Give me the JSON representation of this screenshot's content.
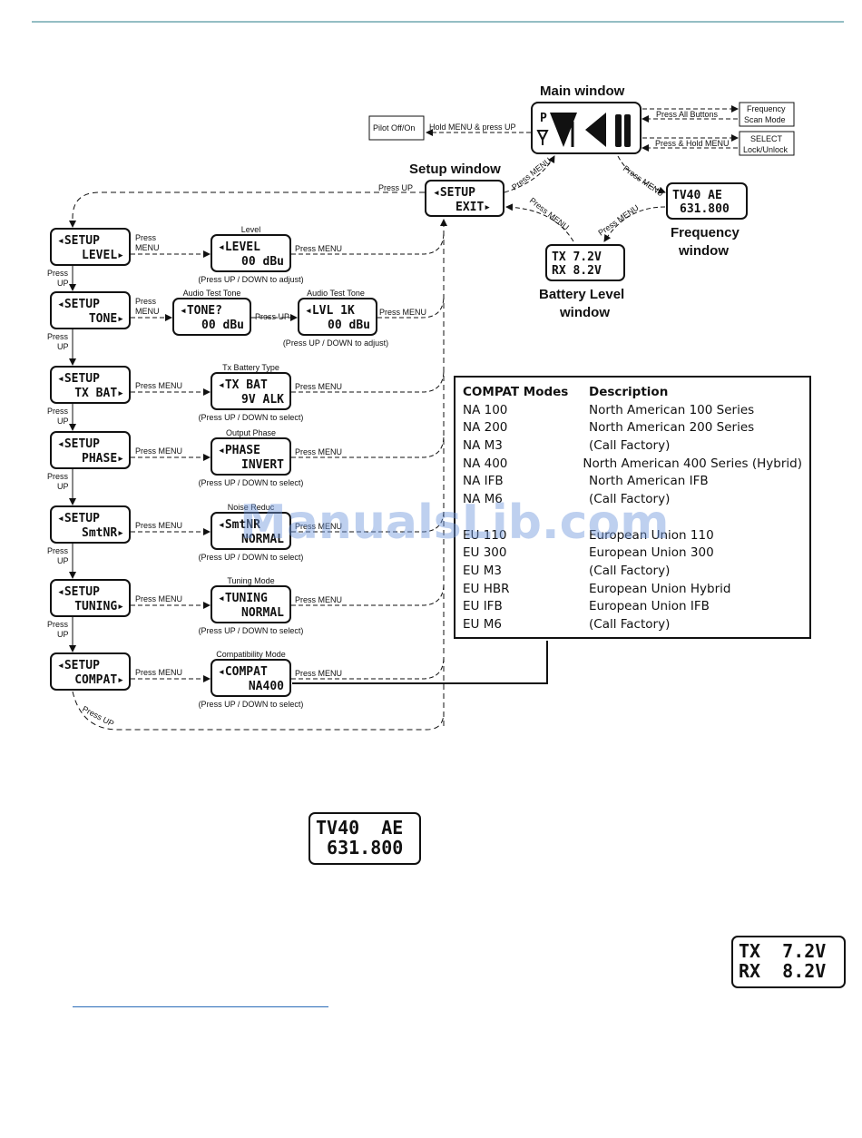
{
  "titles": {
    "main": "Main window",
    "setup": "Setup window",
    "frequency": [
      "Frequency",
      "window"
    ],
    "battery": [
      "Battery Level",
      "window"
    ]
  },
  "main_window_side": {
    "pilot": "Pilot  Off/On",
    "hold_menu_up": "Hold MENU & press UP",
    "press_all": "Press All Buttons",
    "freq_scan": [
      "Frequency",
      "Scan Mode"
    ],
    "press_hold_menu": "Press & Hold MENU",
    "select_lock": [
      "SELECT",
      "Lock/Unlock"
    ],
    "press_menu_a": "Press MENU",
    "press_menu_b": "Press MENU",
    "press_menu_c": "Press MENU",
    "press_menu_d": "Press MENU",
    "press_up": "Press UP"
  },
  "setup_exit": [
    "◂SETUP",
    "EXIT▸"
  ],
  "freq_lcd": [
    "TV40  AE",
    "631.800"
  ],
  "batt_lcd": [
    "TX  7.2V",
    "RX  8.2V"
  ],
  "menus": [
    {
      "lcd": [
        "◂SETUP",
        "LEVEL▸"
      ],
      "press": [
        "Press",
        "MENU"
      ],
      "cap": "Level",
      "value": [
        "◂LEVEL",
        "00 dBu"
      ],
      "adjust": "(Press UP / DOWN to adjust)",
      "back": "Press MENU"
    },
    {
      "lcd": [
        "◂SETUP",
        "TONE▸"
      ],
      "press": [
        "Press",
        "MENU"
      ],
      "cap": "Audio Test Tone",
      "value": [
        "◂TONE?",
        "00 dBu"
      ],
      "press_up": "Press UP",
      "cap2": "Audio Test Tone",
      "value2": [
        "◂LVL 1K",
        "00 dBu"
      ],
      "adjust": "(Press UP / DOWN to adjust)",
      "back": "Press MENU"
    },
    {
      "lcd": [
        "◂SETUP",
        "TX BAT▸"
      ],
      "press": [
        "Press MENU"
      ],
      "cap": "Tx Battery Type",
      "value": [
        "◂TX BAT",
        "9V ALK"
      ],
      "adjust": "(Press UP / DOWN to select)",
      "back": "Press MENU"
    },
    {
      "lcd": [
        "◂SETUP",
        "PHASE▸"
      ],
      "press": [
        "Press MENU"
      ],
      "cap": "Output Phase",
      "value": [
        "◂PHASE",
        "INVERT"
      ],
      "adjust": "(Press UP / DOWN to select)",
      "back": "Press MENU"
    },
    {
      "lcd": [
        "◂SETUP",
        "SmtNR▸"
      ],
      "press": [
        "Press MENU"
      ],
      "cap": "Noise Reduc",
      "value": [
        "◂SmtNR",
        "NORMAL"
      ],
      "adjust": "(Press UP / DOWN to select)",
      "back": "Press MENU"
    },
    {
      "lcd": [
        "◂SETUP",
        "TUNING▸"
      ],
      "press": [
        "Press MENU"
      ],
      "cap": "Tuning Mode",
      "value": [
        "◂TUNING",
        "NORMAL"
      ],
      "adjust": "(Press UP / DOWN to select)",
      "back": "Press MENU"
    },
    {
      "lcd": [
        "◂SETUP",
        "COMPAT▸"
      ],
      "press": [
        "Press MENU"
      ],
      "cap": "Compatibility Mode",
      "value": [
        "◂COMPAT",
        "NA400"
      ],
      "adjust": "(Press UP / DOWN to select)",
      "back": "Press MENU"
    }
  ],
  "press_up_labels": [
    [
      "Press",
      "UP"
    ],
    [
      "Press",
      "UP"
    ],
    [
      "Press",
      "UP"
    ],
    [
      "Press",
      "UP"
    ],
    [
      "Press",
      "UP"
    ],
    [
      "Press",
      "UP"
    ]
  ],
  "press_up_bottom": "Press UP",
  "compat_table": {
    "headers": [
      "COMPAT Modes",
      "Description"
    ],
    "rows": [
      [
        "NA 100",
        "North American 100 Series"
      ],
      [
        "NA 200",
        "North American 200 Series"
      ],
      [
        "NA M3",
        "(Call Factory)"
      ],
      [
        "NA 400",
        "North American 400 Series (Hybrid)"
      ],
      [
        "NA IFB",
        "North American IFB"
      ],
      [
        "NA M6",
        "(Call Factory)"
      ],
      [
        "",
        ""
      ],
      [
        "EU 110",
        "European Union 110"
      ],
      [
        "EU 300",
        "European Union 300"
      ],
      [
        "EU M3",
        "(Call Factory)"
      ],
      [
        "EU HBR",
        "European Union Hybrid"
      ],
      [
        "EU IFB",
        "European Union IFB"
      ],
      [
        "EU M6",
        "(Call Factory)"
      ]
    ]
  },
  "watermark": "ManualsLib.com",
  "bottom_freq_lcd": "TV40  AE\n 631.800",
  "bottom_batt_lcd": "TX  7.2V\nRX  8.2V"
}
